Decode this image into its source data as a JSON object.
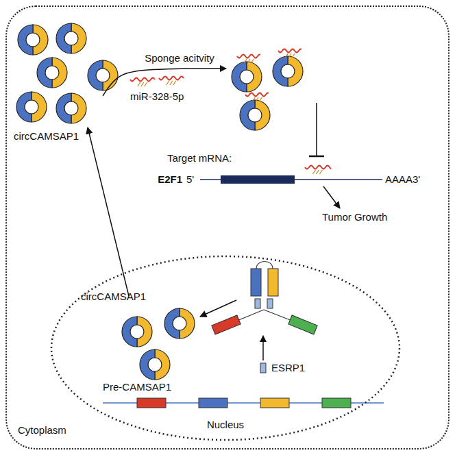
{
  "diagram": {
    "nodes": [
      {
        "text": [
          "Cytoplasm"
        ]
      },
      {
        "text": [
          "Nucleus"
        ],
        "in": 0
      }
    ],
    "labels": [
      "circCAMSAP1",
      "Sponge acitvity",
      "miR-328-5p",
      "Target mRNA:",
      "E2F1",
      "5'",
      "AAAA3'",
      "Tumor Growth",
      "circCAMSAP1",
      "ESRP1",
      "Pre-CAMSAP1"
    ]
  }
}
